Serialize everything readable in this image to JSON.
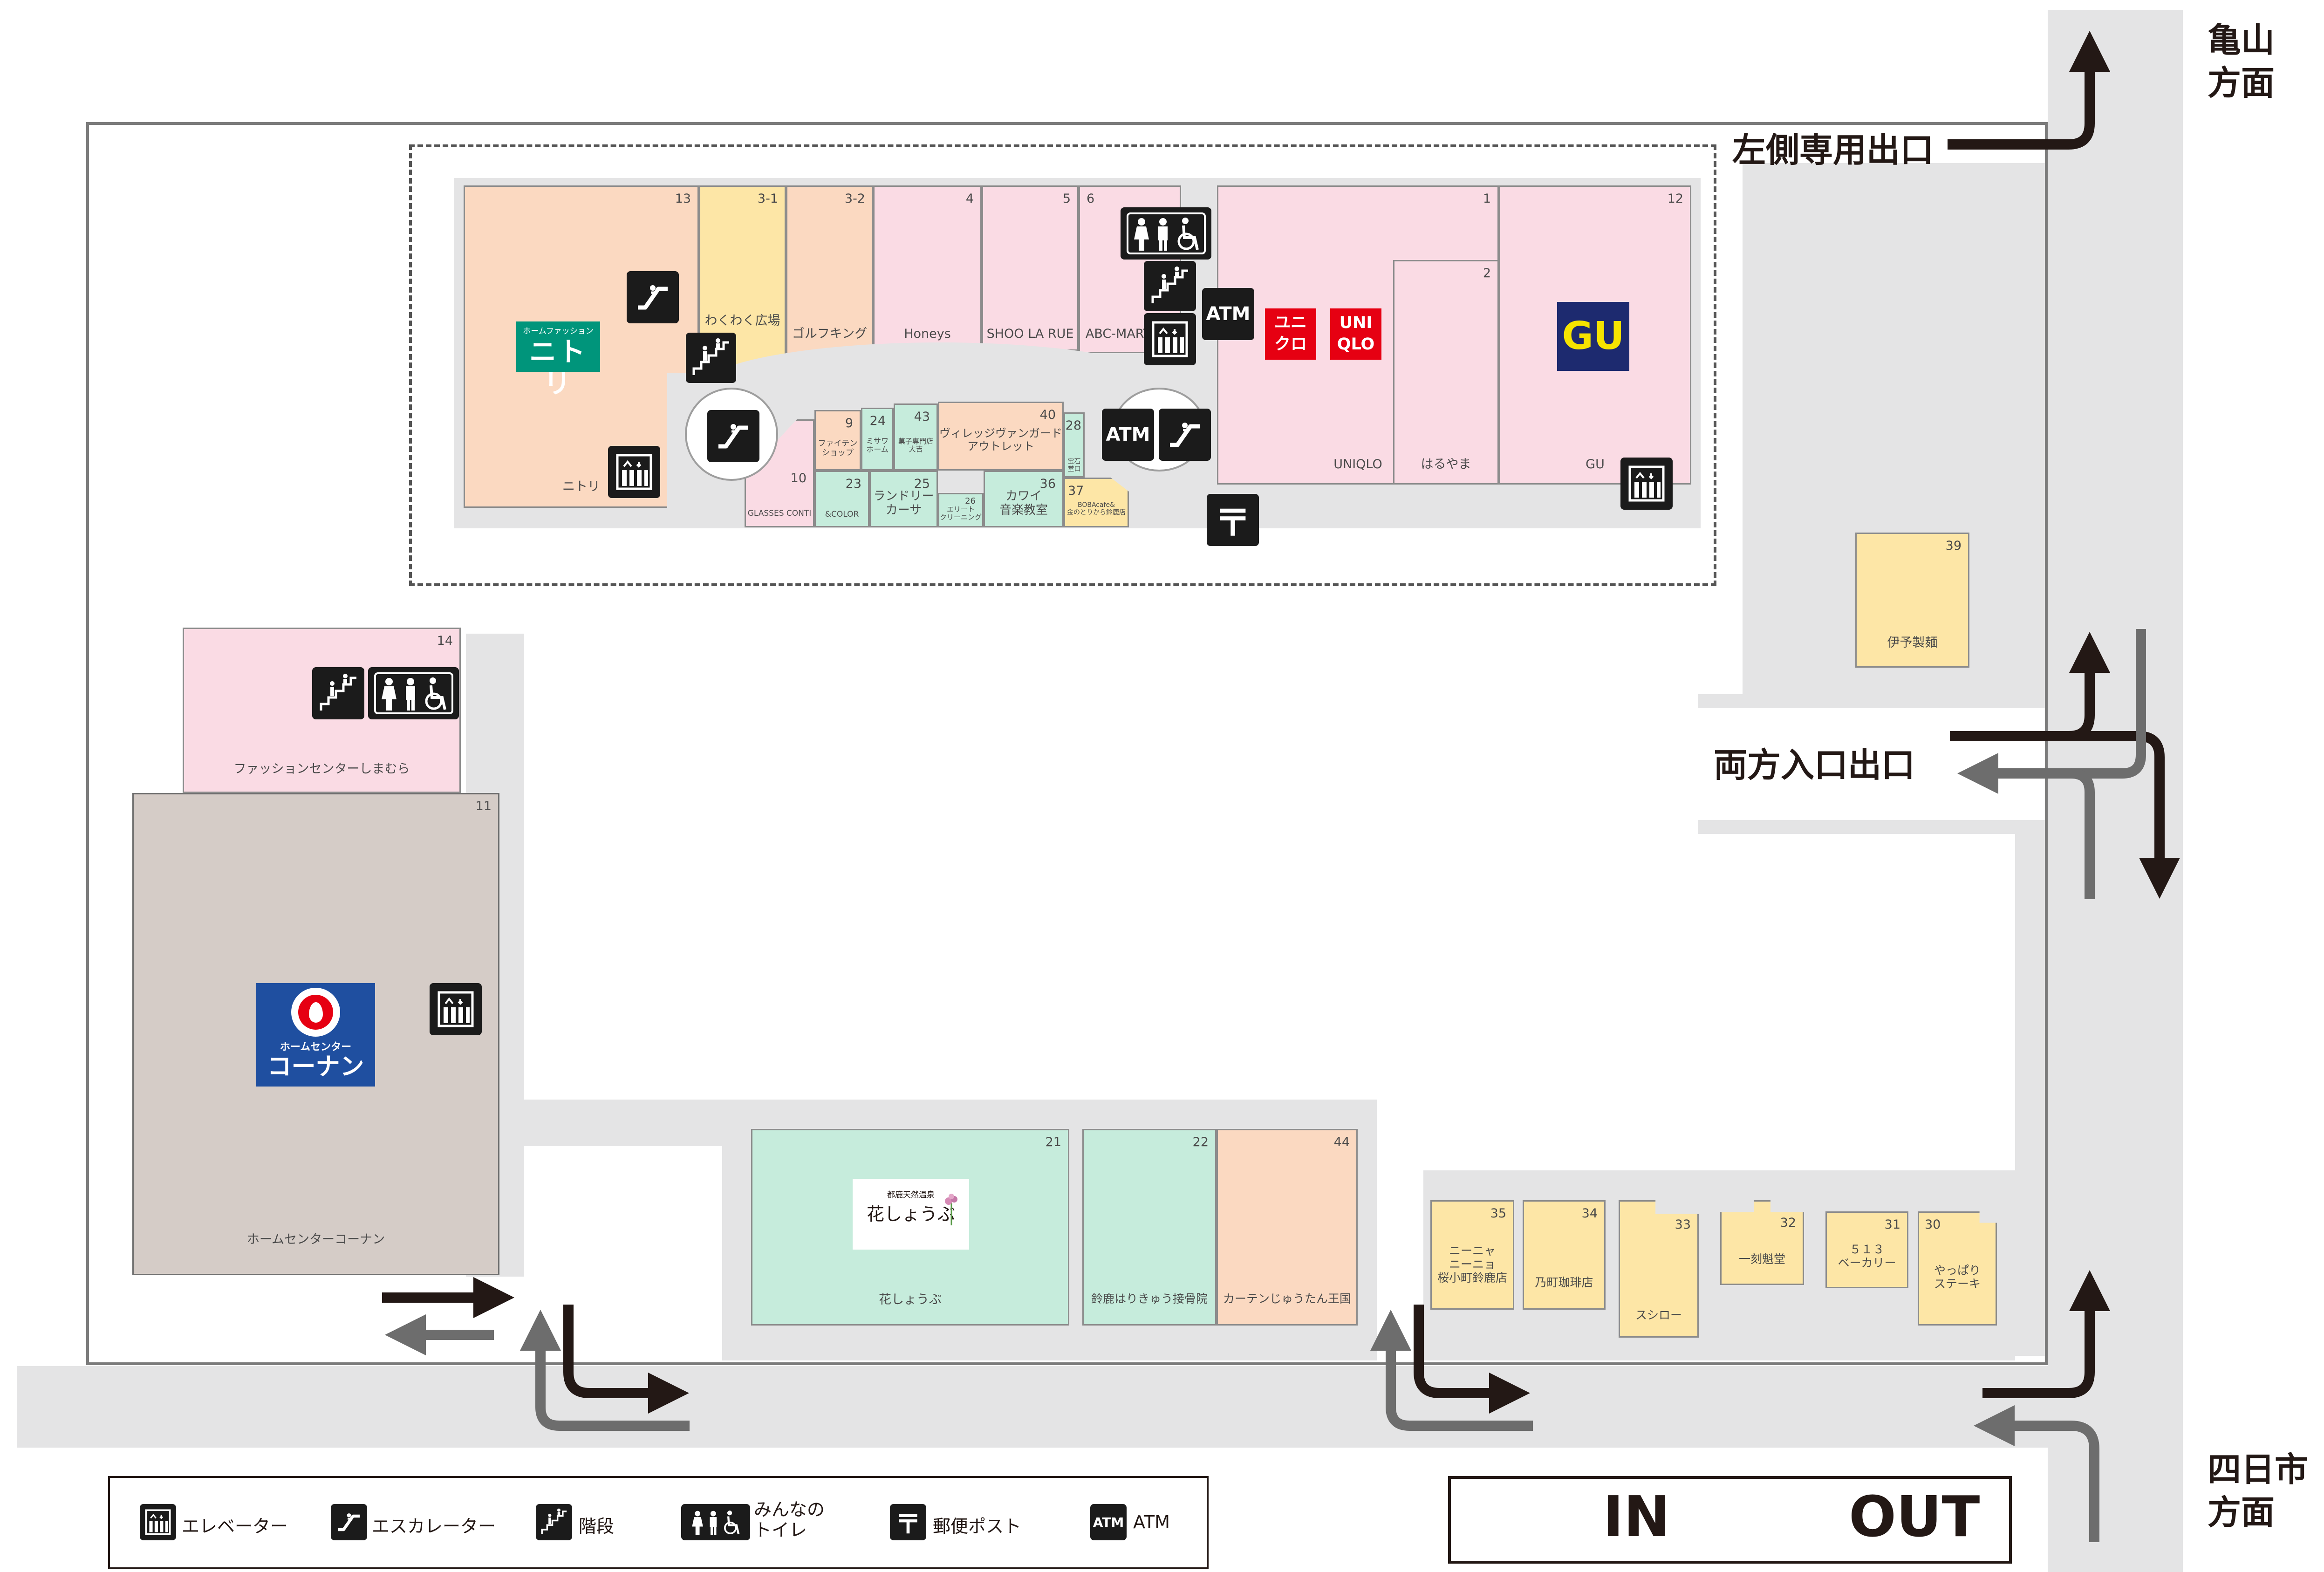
{
  "directions": {
    "north": "亀山\n方面",
    "south": "四日市\n方面",
    "left_exit": "左側専用出口",
    "both_entry_exit": "両方入口出口"
  },
  "inout": {
    "in": "IN",
    "out": "OUT"
  },
  "legend": [
    {
      "icon": "elevator-icon",
      "label": "エレベーター"
    },
    {
      "icon": "escalator-icon",
      "label": "エスカレーター"
    },
    {
      "icon": "stairs-icon",
      "label": "階段"
    },
    {
      "icon": "toilet-icon",
      "label": "みんなの\nトイレ"
    },
    {
      "icon": "post-icon",
      "label": "郵便ポスト"
    },
    {
      "icon": "atm-icon",
      "label": "ATM"
    }
  ],
  "icon_text": {
    "atm": "ATM",
    "post": "〒"
  },
  "logos": {
    "nitori_top": "ホームファッション",
    "nitori_main": "ニトリ",
    "uniqlo_1": "ユニ\nクロ",
    "uniqlo_2": "UNI\nQLO",
    "gu": "GU",
    "kohnan_top": "ホームセンター",
    "kohnan_main": "コーナン",
    "hanashoubu_top": "都鹿天然温泉",
    "hanashoubu_main": "花しょうぶ"
  },
  "stores": {
    "s13": {
      "num": "13",
      "name": "ニトリ"
    },
    "s3_1": {
      "num": "3-1",
      "name": "わくわく広場"
    },
    "s3_2": {
      "num": "3-2",
      "name": "ゴルフキング"
    },
    "s4": {
      "num": "4",
      "name": "Honeys"
    },
    "s5": {
      "num": "5",
      "name": "SHOO LA RUE"
    },
    "s6": {
      "num": "6",
      "name": "ABC-MART"
    },
    "s1": {
      "num": "1",
      "name": "UNIQLO"
    },
    "s2": {
      "num": "2",
      "name": "はるやま"
    },
    "s12": {
      "num": "12",
      "name": "GU"
    },
    "s10": {
      "num": "10",
      "name": "GLASSES CONTI"
    },
    "s9": {
      "num": "9",
      "name": "ファイテン\nショップ"
    },
    "s24": {
      "num": "24",
      "name": "ミサワ\nホーム"
    },
    "s43": {
      "num": "43",
      "name": "菓子専門店\n大吉"
    },
    "s40": {
      "num": "40",
      "name": "ヴィレッジヴァンガード\nアウトレット"
    },
    "s28": {
      "num": "28",
      "name": "宝石\n堂口"
    },
    "s23": {
      "num": "23",
      "name": "&COLOR"
    },
    "s25": {
      "num": "25",
      "name": "ランドリー\nカーサ"
    },
    "s26": {
      "num": "26",
      "name": "エリート\nクリーニング"
    },
    "s36": {
      "num": "36",
      "name": "カワイ\n音楽教室"
    },
    "s37": {
      "num": "37",
      "name": "BOBAcafe&\n金のとりから鈴鹿店"
    },
    "s14": {
      "num": "14",
      "name": "ファッションセンターしまむら"
    },
    "s11": {
      "num": "11",
      "name": "ホームセンターコーナン"
    },
    "s39": {
      "num": "39",
      "name": "伊予製麺"
    },
    "s21": {
      "num": "21",
      "name": "花しょうぶ"
    },
    "s22": {
      "num": "22",
      "name": "鈴鹿はりきゅう接骨院"
    },
    "s44": {
      "num": "44",
      "name": "カーテンじゅうたん王国"
    },
    "s35": {
      "num": "35",
      "name": "ニーニャ\nニーニョ\n桜小町鈴鹿店"
    },
    "s34": {
      "num": "34",
      "name": "乃町珈琲店"
    },
    "s33": {
      "num": "33",
      "name": "スシロー"
    },
    "s32": {
      "num": "32",
      "name": "一刻魁堂"
    },
    "s31": {
      "num": "31",
      "name": "５１３\nベーカリー"
    },
    "s30": {
      "num": "30",
      "name": "やっぱり\nステーキ"
    }
  },
  "colors": {
    "pink": "#fadbe4",
    "peach": "#fbd9c1",
    "yellow": "#fde6a6",
    "mint": "#c6ecdc",
    "taupe": "#d5ccc7",
    "road": "#e4e4e5",
    "arrow_out": "#231815",
    "arrow_in": "#6d6d6d",
    "uniqlo_red": "#e60012",
    "gu_blue": "#1d2a6f",
    "gu_yellow": "#f5e300",
    "kohnan_blue": "#1f4fa0",
    "nitori_green": "#00957b"
  }
}
